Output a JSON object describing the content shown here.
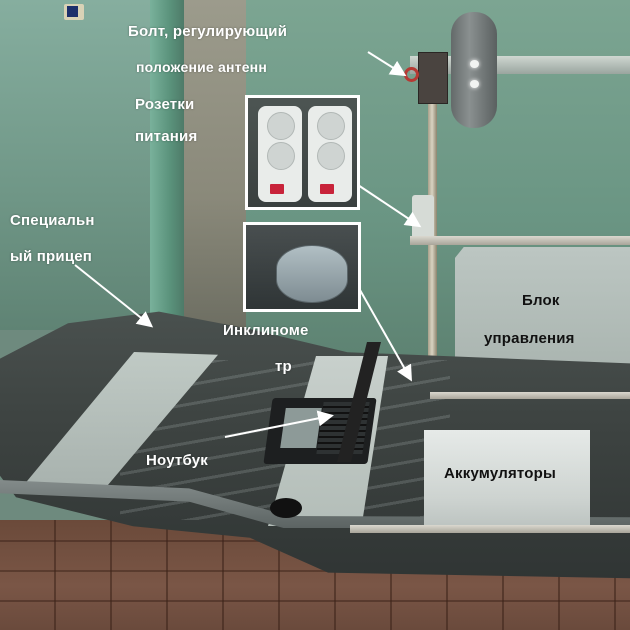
{
  "figure": {
    "type": "annotated-photograph",
    "subject": "Special trailer (sled) with antenna mast, control unit, batteries, laptop and inclinometer",
    "colors": {
      "label_light": "#ffffff",
      "label_dark": "#111111",
      "inset_border": "#ffffff",
      "socket_switch": "#c8233a"
    }
  },
  "labels": {
    "bolt": {
      "line1": "Болт, регулирующий",
      "line2": "положение антенн"
    },
    "sockets": {
      "line1": "Розетки",
      "line2": "питания"
    },
    "trailer": {
      "line1": "Специальн",
      "line2": "ый прицеп"
    },
    "control_unit": {
      "line1": "Блок",
      "line2": "управления"
    },
    "inclinometer": {
      "line1": "Инклиноме",
      "line2": "тр"
    },
    "laptop": {
      "text": "Ноутбук"
    },
    "batteries": {
      "text": "Аккумуляторы"
    }
  },
  "insets": [
    {
      "name": "power-sockets-closeup",
      "caption_ref": "sockets"
    },
    {
      "name": "inclinometer-closeup",
      "caption_ref": "inclinometer"
    }
  ]
}
